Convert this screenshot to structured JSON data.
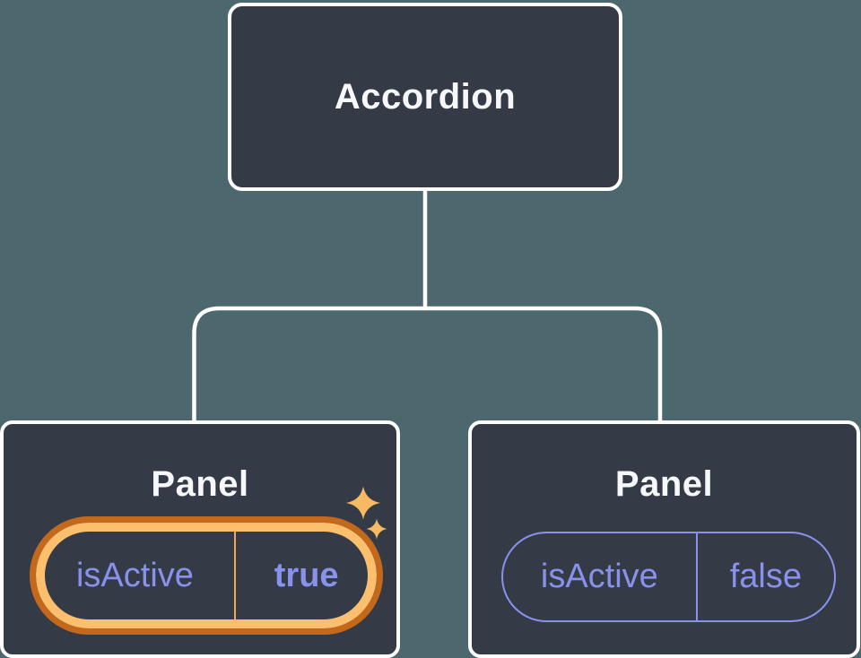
{
  "diagram_type": "component-tree",
  "tree": {
    "root": {
      "label": "Accordion"
    },
    "children": [
      {
        "label": "Panel",
        "prop_name": "isActive",
        "prop_value": "true",
        "highlighted": true
      },
      {
        "label": "Panel",
        "prop_name": "isActive",
        "prop_value": "false",
        "highlighted": false
      }
    ]
  },
  "colors": {
    "canvas-bg": "#4d676f",
    "node-bg": "#343b47",
    "node-border": "#ffffff",
    "connector": "#ffffff",
    "text-primary": "#f6f7f9",
    "prop-purple": "#8891ec",
    "highlight-ring-outer": "#c4681c",
    "highlight-ring-inner": "#fbbf6d",
    "highlight-divider": "#f0a852",
    "sparkle": "#f7ba62"
  },
  "icons": {
    "sparkles": "two four-point stars marking the changed prop"
  }
}
